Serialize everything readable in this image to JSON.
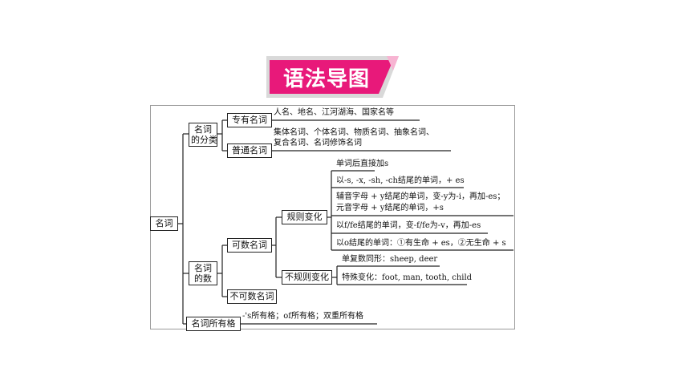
{
  "banner": {
    "title": "语法导图",
    "color": "#e8197a"
  },
  "root": "名词",
  "classification": {
    "label_line1": "名词",
    "label_line2": "的分类",
    "proper": {
      "label": "专有名词",
      "desc": "人名、地名、江河湖海、国家名等"
    },
    "common": {
      "label": "普通名词",
      "desc_line1": "集体名词、个体名词、物质名词、抽象名词、",
      "desc_line2": "复合名词、名词修饰名词"
    }
  },
  "number": {
    "label_line1": "名词",
    "label_line2": "的数",
    "countable": {
      "label": "可数名词",
      "regular": {
        "label": "规则变化",
        "rules": [
          "单词后直接加s",
          "以-s, -x, -sh, -ch结尾的单词，+ es",
          "辅音字母 + y结尾的单词，变-y为-i，再加-es；",
          "元音字母 + y结尾的单词，+s",
          "以f/fe结尾的单词，变-f/fe为-v，再加-es",
          "以o结尾的单词：①有生命 + es，②无生命 + s"
        ]
      },
      "irregular": {
        "label": "不规则变化",
        "rules": [
          "单复数同形：sheep, deer",
          "特殊变化：foot, man, tooth, child"
        ]
      }
    },
    "uncountable": {
      "label": "不可数名词"
    }
  },
  "possessive": {
    "label": "名词所有格",
    "desc": "-'s所有格；of所有格；双重所有格"
  }
}
